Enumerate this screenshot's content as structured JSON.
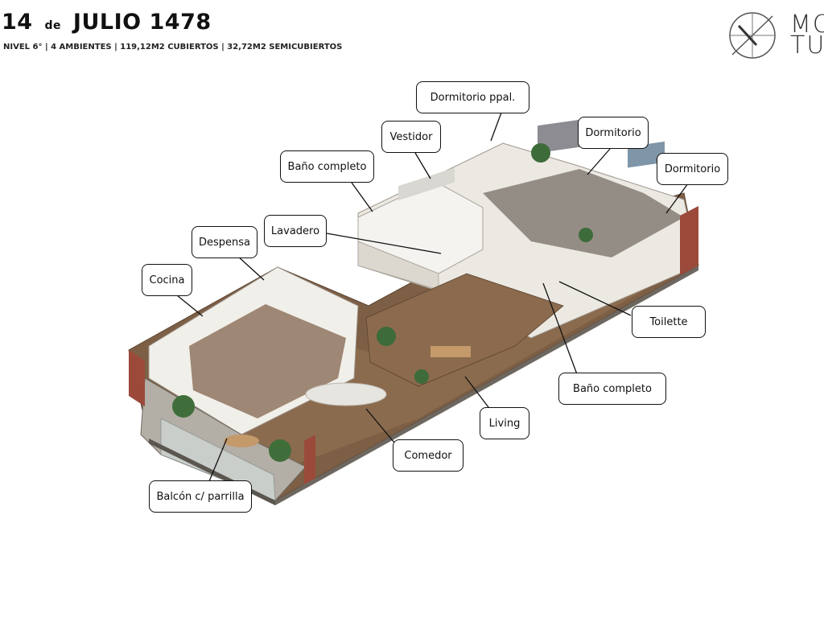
{
  "header": {
    "title_number": "14",
    "title_connector": "de",
    "title_street": "JULIO 1478",
    "subtitle": "NIVEL 6° | 4 AMBIENTES | 119,12M2 CUBIERTOS | 32,72M2 SEMICUBIERTOS"
  },
  "logo": {
    "line1": "MO",
    "line2": "TU",
    "icon": "circle-slash-logo-icon"
  },
  "colors": {
    "wall": "#f2f1ee",
    "floor_wood": "#8a6a4e",
    "brick": "#9b4a3a",
    "glass": "#cfd6d3",
    "label_border": "#111111"
  },
  "rooms": {
    "dormitorio_ppal": "Dormitorio ppal.",
    "vestidor": "Vestidor",
    "dormitorio_1": "Dormitorio",
    "dormitorio_2": "Dormitorio",
    "bano_completo_1": "Baño completo",
    "lavadero": "Lavadero",
    "despensa": "Despensa",
    "cocina": "Cocina",
    "toilette": "Toilette",
    "bano_completo_2": "Baño completo",
    "living": "Living",
    "comedor": "Comedor",
    "balcon": "Balcón c/ parrilla"
  }
}
